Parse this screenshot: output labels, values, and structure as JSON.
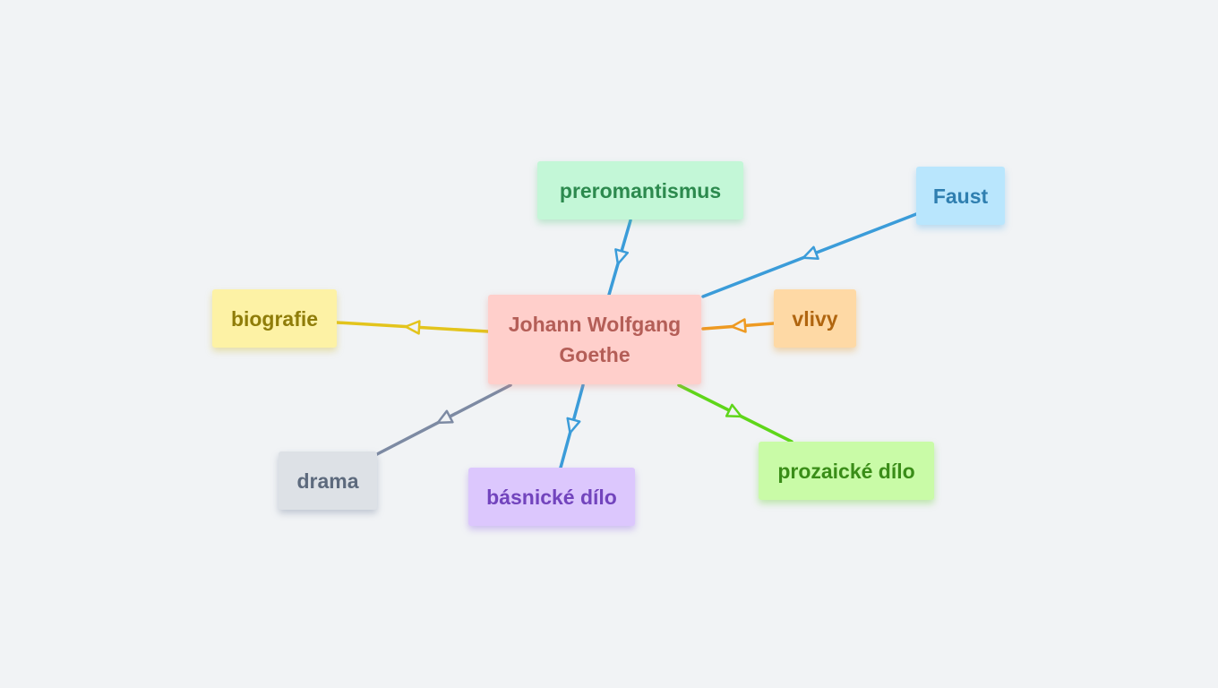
{
  "diagram": {
    "center": {
      "label": "Johann Wolfgang Goethe",
      "color": "#b45e57"
    },
    "branches": [
      {
        "id": "prerom",
        "label": "preromantismus",
        "edge_color": "#3b9cd9"
      },
      {
        "id": "faust",
        "label": "Faust",
        "edge_color": "#3b9cd9"
      },
      {
        "id": "biografie",
        "label": "biografie",
        "edge_color": "#e3c41c"
      },
      {
        "id": "vlivy",
        "label": "vlivy",
        "edge_color": "#ee9a22"
      },
      {
        "id": "drama",
        "label": "drama",
        "edge_color": "#7d8aa3"
      },
      {
        "id": "basnicke",
        "label": "básnické dílo",
        "edge_color": "#3b9cd9"
      },
      {
        "id": "prozaicke",
        "label": "prozaické dílo",
        "edge_color": "#5fd61a"
      }
    ]
  }
}
